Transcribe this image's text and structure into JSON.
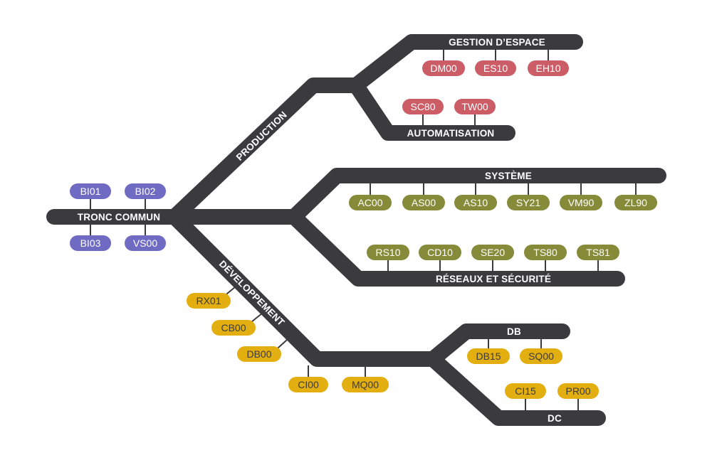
{
  "colors": {
    "branch": "#3b3b3d",
    "tronc": "#6f6bc3",
    "production": "#cc5c66",
    "systeme": "#868b3a",
    "developpement": "#e3ae10"
  },
  "labels": {
    "tronc_commun": "TRONC COMMUN",
    "production": "PRODUCTION",
    "developpement": "DÉVELOPPEMENT",
    "gestion_espace": "GESTION D’ESPACE",
    "automatisation": "AUTOMATISATION",
    "systeme": "SYSTÈME",
    "reseaux": "RÉSEAUX ET SÉCURITÉ",
    "db": "DB",
    "dc": "DC"
  },
  "modules": {
    "tronc": [
      "BI01",
      "BI02",
      "BI03",
      "VS00"
    ],
    "gestion_espace": [
      "DM00",
      "ES10",
      "EH10"
    ],
    "automatisation": [
      "SC80",
      "TW00"
    ],
    "systeme": [
      "AC00",
      "AS00",
      "AS10",
      "SY21",
      "VM90",
      "ZL90"
    ],
    "reseaux": [
      "RS10",
      "CD10",
      "SE20",
      "TS80",
      "TS81"
    ],
    "developpement": [
      "RX01",
      "CB00",
      "DB00",
      "CI00",
      "MQ00"
    ],
    "db": [
      "DB15",
      "SQ00"
    ],
    "dc": [
      "CI15",
      "PR00"
    ]
  }
}
